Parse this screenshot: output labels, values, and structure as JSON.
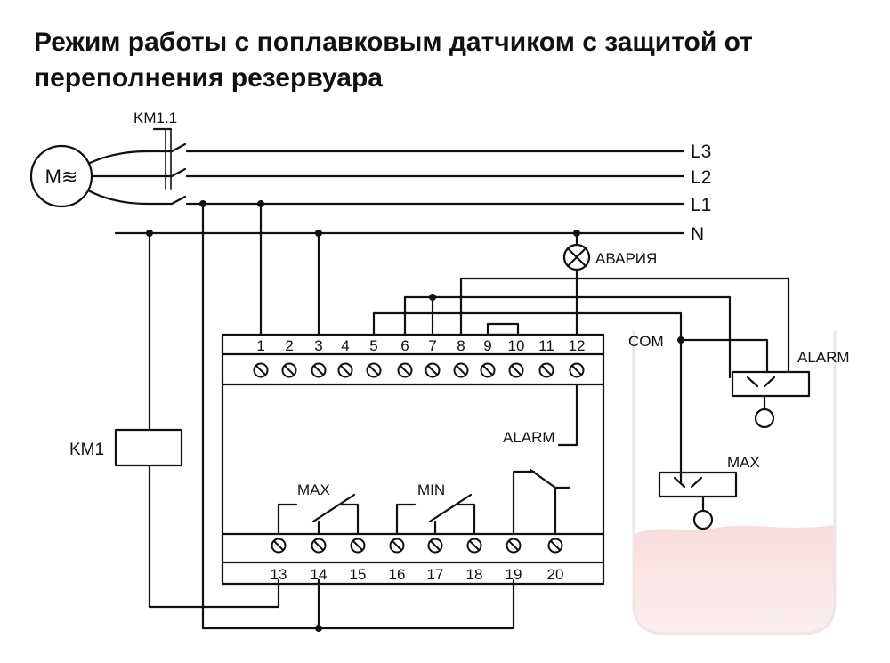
{
  "title": {
    "line1": "Режим работы с поплавковым датчиком с защитой от",
    "line2": "переполнения резервуара"
  },
  "motor": {
    "label": "M≋"
  },
  "contactor": {
    "switch_label": "KM1.1",
    "coil_label": "KM1"
  },
  "supply_lines": [
    "L3",
    "L2",
    "L1",
    "N"
  ],
  "alarm_lamp": {
    "label": "АВАРИЯ"
  },
  "relay": {
    "top_terminals": [
      "1",
      "2",
      "3",
      "4",
      "5",
      "6",
      "7",
      "8",
      "9",
      "10",
      "11",
      "12"
    ],
    "bottom_terminals": [
      "13",
      "14",
      "15",
      "16",
      "17",
      "18",
      "19",
      "20"
    ],
    "contact_max": "MAX",
    "contact_min": "MIN",
    "contact_alarm": "ALARM"
  },
  "tank": {
    "com_label": "COM",
    "sensor_alarm": "ALARM",
    "sensor_max": "MAX"
  },
  "colors": {
    "line": "#111111",
    "terminal_fill": "#ffffff",
    "liquid": "#f6dede",
    "tank_wall": "#ebe7e7"
  }
}
